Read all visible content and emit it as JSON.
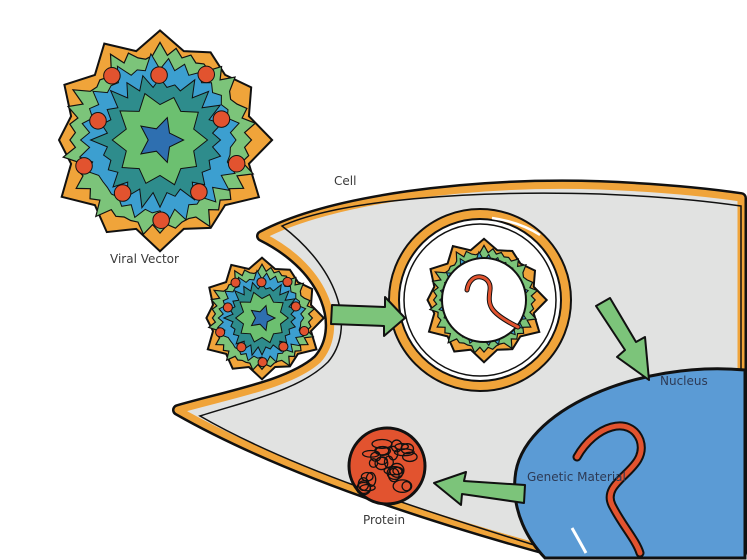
{
  "labels": {
    "viral_vector": "Viral Vector",
    "cell": "Cell",
    "nucleus": "Nucleus",
    "genetic_material": "Genetic Material",
    "protein": "Protein"
  },
  "colors": {
    "membrane": "#f0a43a",
    "cytoplasm": "#e1e2e1",
    "nucleus": "#5b9bd5",
    "arrow": "#7cc47a",
    "genetic": "#e2532f",
    "outline": "#111111"
  }
}
